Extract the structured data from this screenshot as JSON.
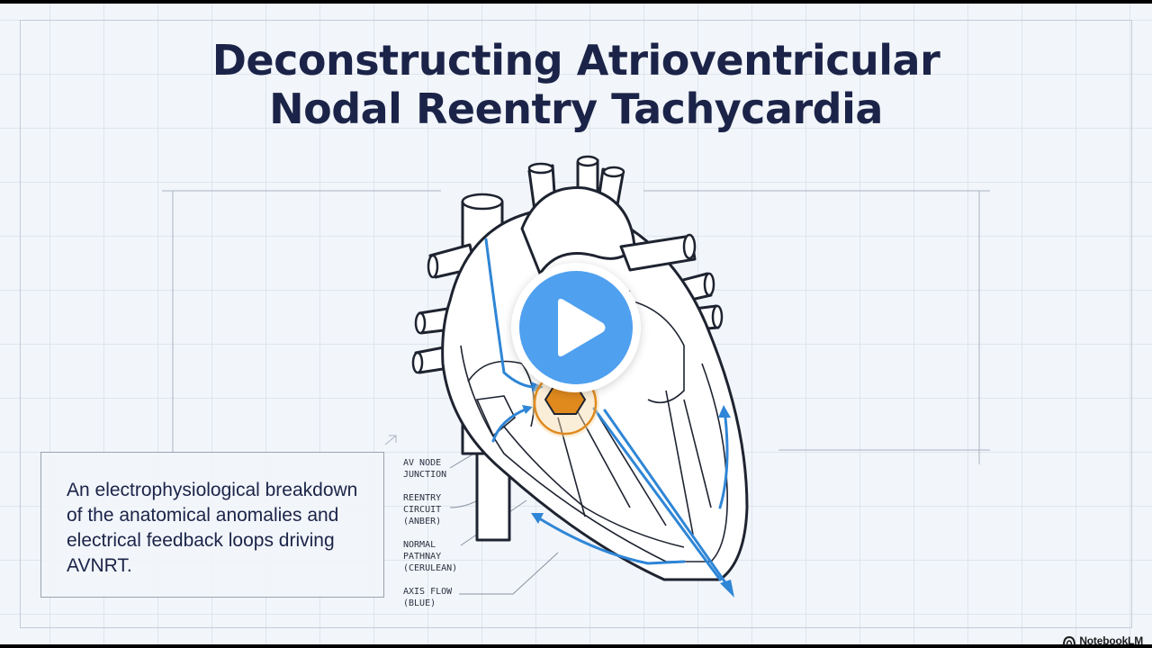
{
  "slide": {
    "title_line1": "Deconstructing Atrioventricular",
    "title_line2": "Nodal Reentry Tachycardia",
    "description": "An electrophysiological breakdown of the anatomical anomalies and electrical feedback loops driving AVNRT."
  },
  "diagram": {
    "labels": [
      "AV NODE\nJUNCTION",
      "REENTRY\nCIRCUIT\n(ANBER)",
      "NORMAL\nPATHNAY\n(CERULEAN)",
      "AXIS FLOW\n(BLUE)"
    ]
  },
  "player": {
    "play_icon": "play-icon"
  },
  "branding": {
    "name": "NotebookLM",
    "icon": "notebooklm-logo-icon"
  },
  "colors": {
    "title": "#1b2448",
    "accent_blue": "#2f86d6",
    "node_amber": "#e08a1e",
    "play_button": "#4fa0ef",
    "background": "#f2f5fa"
  }
}
